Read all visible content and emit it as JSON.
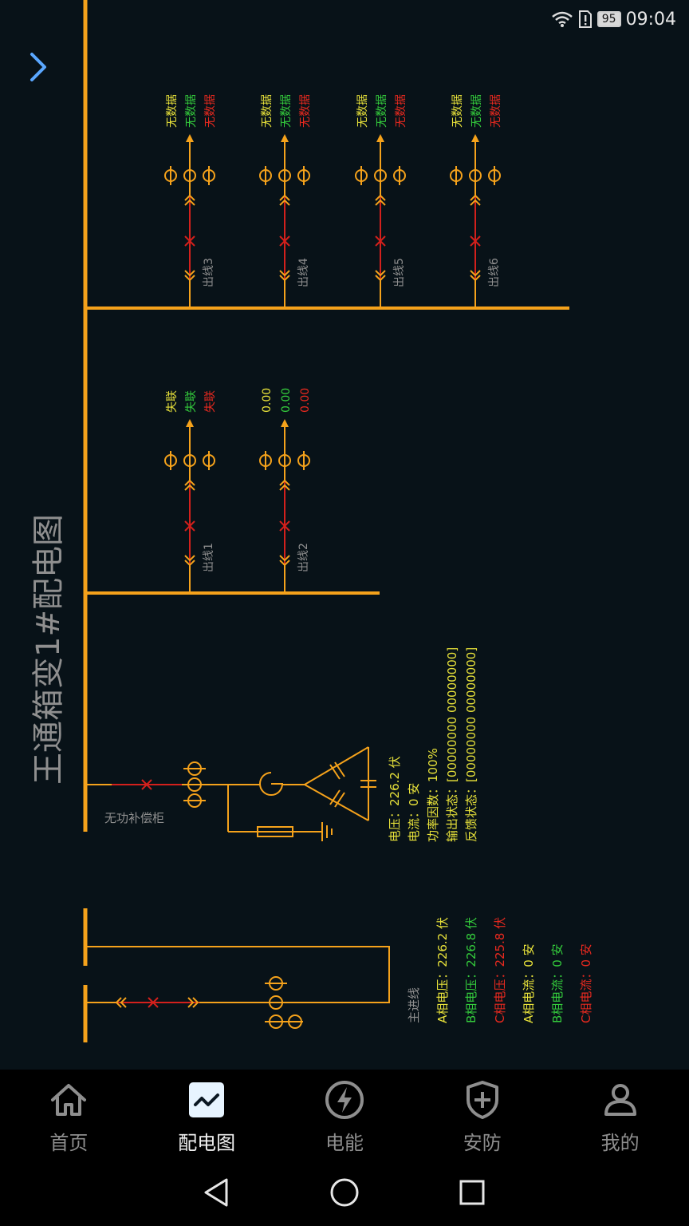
{
  "status": {
    "battery": "95",
    "time": "09:04"
  },
  "page_title": "王通箱变1#配电图",
  "colors": {
    "bus": "#f5a21b",
    "yellow": "#e8e23a",
    "green": "#34cc3c",
    "red": "#e8291f",
    "label": "#8f8f8f",
    "line_red": "#d3201c",
    "background": "#081218"
  },
  "feeders_top": [
    {
      "label": "出线3",
      "readings": [
        "无数据",
        "无数据",
        "无数据"
      ]
    },
    {
      "label": "出线4",
      "readings": [
        "无数据",
        "无数据",
        "无数据"
      ]
    },
    {
      "label": "出线5",
      "readings": [
        "无数据",
        "无数据",
        "无数据"
      ]
    },
    {
      "label": "出线6",
      "readings": [
        "无数据",
        "无数据",
        "无数据"
      ]
    }
  ],
  "feeders_mid": [
    {
      "label": "出线1",
      "readings": [
        "失联",
        "失联",
        "失联"
      ]
    },
    {
      "label": "出线2",
      "readings": [
        "0.00",
        "0.00",
        "0.00"
      ]
    }
  ],
  "compensation": {
    "label": "无功补偿柜",
    "lines": [
      "电压：226.2 伏",
      "电流：0 安",
      "功率因数：100%",
      "输出状态：[00000000 00000000]",
      "反馈状态：[00000000 00000000]"
    ]
  },
  "main_incoming": {
    "label": "主进线",
    "lines": [
      {
        "text": "A相电压：226.2 伏",
        "color": "yellow"
      },
      {
        "text": "B相电压：226.8 伏",
        "color": "green"
      },
      {
        "text": "C相电压：225.8 伏",
        "color": "red"
      },
      {
        "text": "A相电流：0 安",
        "color": "yellow"
      },
      {
        "text": "B相电流：0 安",
        "color": "green"
      },
      {
        "text": "C相电流：0 安",
        "color": "red"
      }
    ]
  },
  "nav": [
    {
      "label": "首页",
      "icon": "home-icon",
      "active": false
    },
    {
      "label": "配电图",
      "icon": "chart-icon",
      "active": true
    },
    {
      "label": "电能",
      "icon": "lightning-icon",
      "active": false
    },
    {
      "label": "安防",
      "icon": "shield-plus-icon",
      "active": false
    },
    {
      "label": "我的",
      "icon": "user-icon",
      "active": false
    }
  ]
}
